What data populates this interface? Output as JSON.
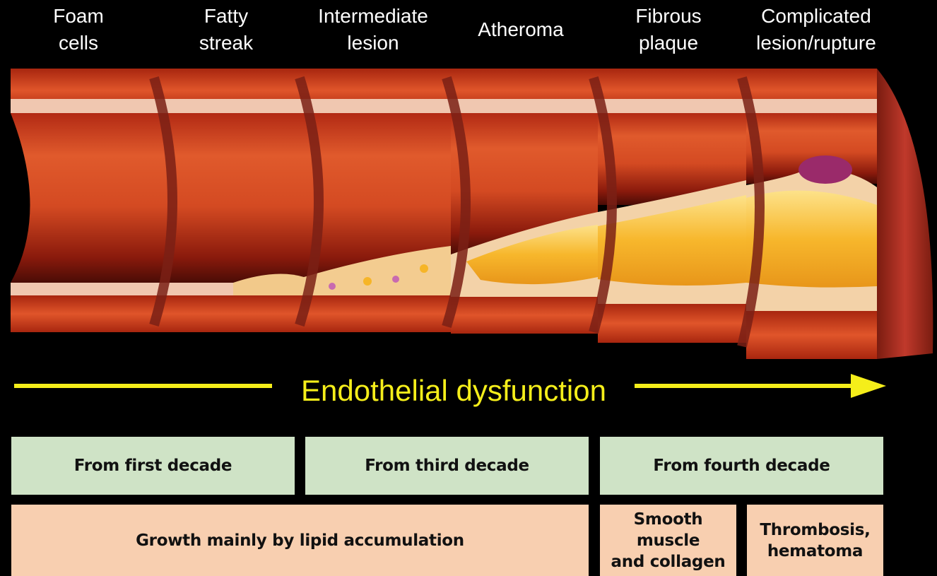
{
  "stages": [
    {
      "label": "Foam\ncells"
    },
    {
      "label": "Fatty\nstreak"
    },
    {
      "label": "Intermediate\nlesion"
    },
    {
      "label": "Atheroma"
    },
    {
      "label": "Fibrous\nplaque"
    },
    {
      "label": "Complicated\nlesion/rupture"
    }
  ],
  "progression_arrow": {
    "label": "Endothelial dysfunction",
    "color": "#f5ee1a"
  },
  "onset_row": [
    {
      "label": "From first decade"
    },
    {
      "label": "From third decade"
    },
    {
      "label": "From fourth decade"
    }
  ],
  "growth_row": [
    {
      "label": "Growth mainly by lipid accumulation"
    },
    {
      "label": "Smooth muscle\nand collagen"
    },
    {
      "label": "Thrombosis,\nhematoma"
    }
  ],
  "colors": {
    "artery_wall": "#c8351c",
    "artery_lumen": "#d2421f",
    "lipid_core": "#f6b528",
    "onset_box": "#cfe3c6",
    "growth_box": "#f8cfb0",
    "background": "#000000"
  }
}
